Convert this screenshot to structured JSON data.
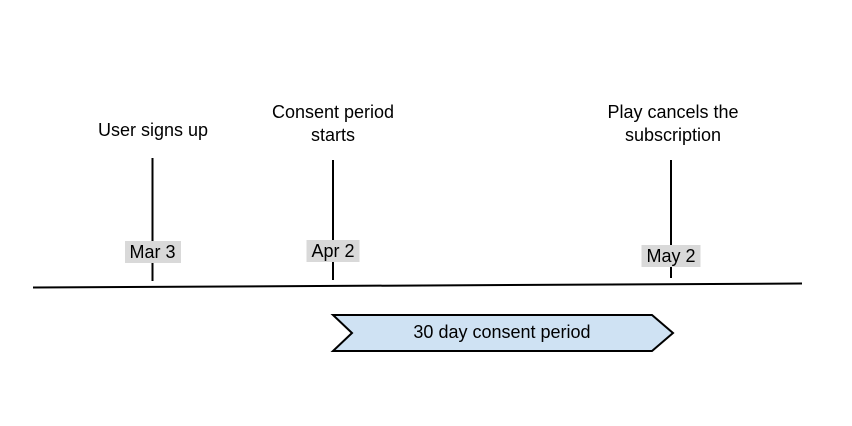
{
  "timeline": {
    "events": [
      {
        "title": "User signs up",
        "date": "Mar 3"
      },
      {
        "title": "Consent period\nstarts",
        "date": "Apr 2"
      },
      {
        "title": "Play cancels the\nsubscription",
        "date": "May 2"
      }
    ],
    "period_arrow": {
      "label": "30 day consent period",
      "fill": "#cfe2f3",
      "stroke": "#000000"
    },
    "colors": {
      "date_badge_bg": "#d9d9d9",
      "line": "#000000",
      "text": "#000000"
    }
  }
}
